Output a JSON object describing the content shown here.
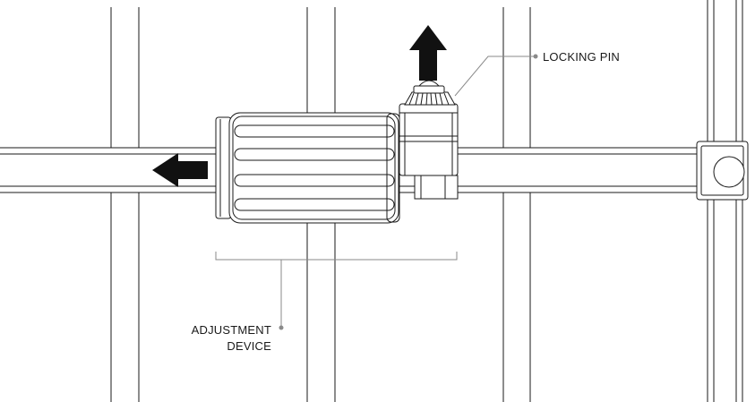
{
  "labels": {
    "locking_pin": "LOCKING PIN",
    "adjustment_device_line1": "ADJUSTMENT",
    "adjustment_device_line2": "DEVICE"
  },
  "colors": {
    "line": "#1a1a1a",
    "leader": "#8a8a8a",
    "arrow": "#111111",
    "background": "#ffffff"
  }
}
